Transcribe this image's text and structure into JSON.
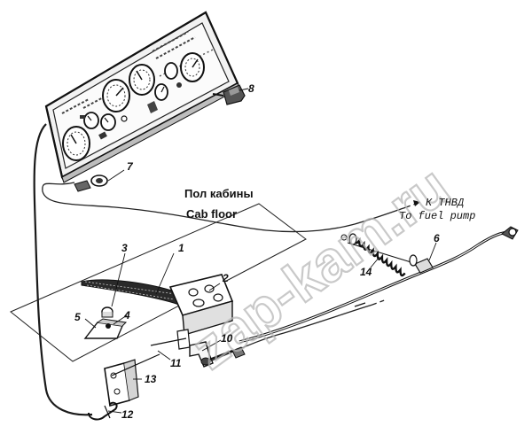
{
  "labels": {
    "n1": "1",
    "n2": "2",
    "n3": "3",
    "n4": "4",
    "n5": "5",
    "n6": "6",
    "n7": "7",
    "n8": "8",
    "n10": "10",
    "n11": "11",
    "n12": "12",
    "n13": "13",
    "n14": "14"
  },
  "cab_floor": {
    "ru": "Пол кабины",
    "en": "Cab floor"
  },
  "fuel_pump": {
    "ru": "К ТНВД",
    "en": "To fuel pump"
  },
  "watermark": "zap-kam.ru"
}
